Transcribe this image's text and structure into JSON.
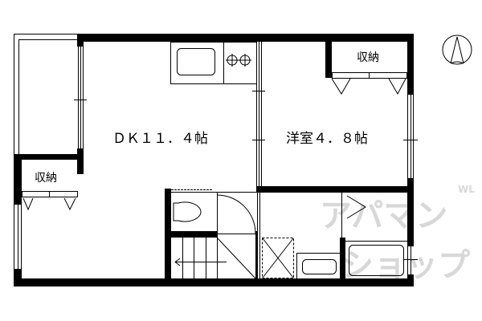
{
  "rooms": {
    "dk": {
      "label": "ＤＫ１１．４帖"
    },
    "western": {
      "label": "洋室４．８帖"
    },
    "storage_left": {
      "label": "収納"
    },
    "storage_right": {
      "label": "収納"
    }
  },
  "watermark": {
    "line1": "アパマン",
    "line2": "ショップ",
    "small": "WL"
  },
  "colors": {
    "wall": "#000000",
    "background": "#ffffff",
    "watermark": "#d8d8d8"
  },
  "icons": {
    "compass": "north-arrow-icon"
  }
}
